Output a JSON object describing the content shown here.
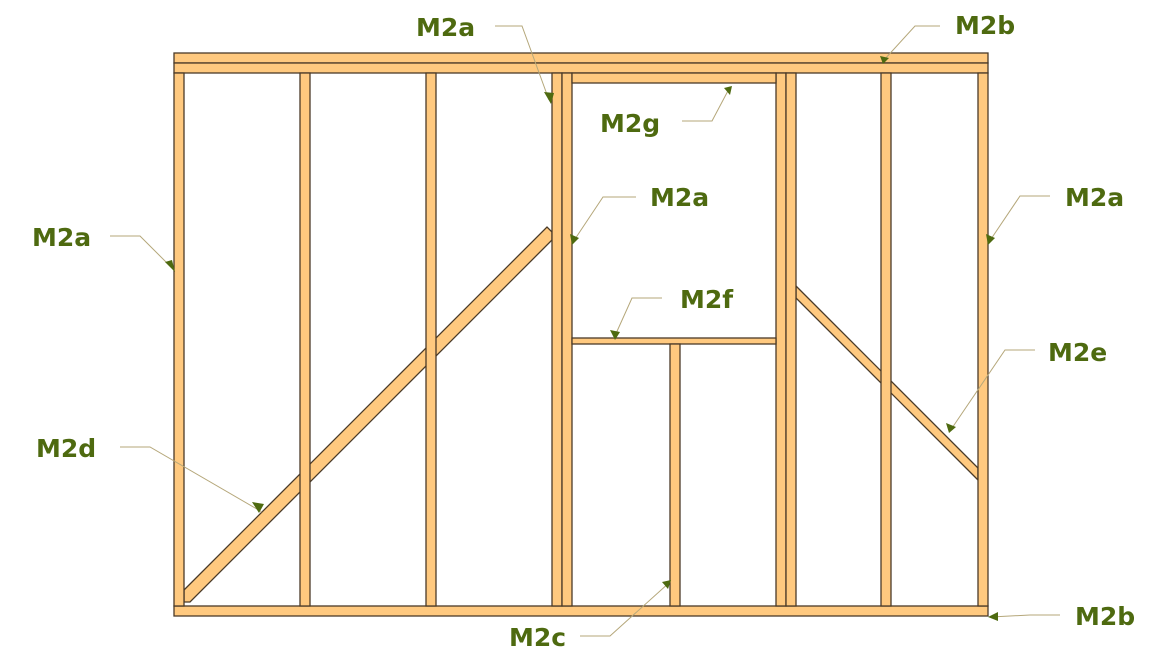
{
  "colors": {
    "wood": "#ffc97f",
    "outline": "#4a3a28",
    "label": "#4e6a10",
    "leader": "#b5a77a"
  },
  "labels": {
    "top_center_stud": "M2a",
    "top_plate": "M2b",
    "header": "M2g",
    "window_stud": "M2a",
    "left_stud": "M2a",
    "right_stud": "M2a",
    "sill": "M2f",
    "right_brace": "M2e",
    "left_brace": "M2d",
    "cripple": "M2c",
    "bottom_plate": "M2b"
  }
}
